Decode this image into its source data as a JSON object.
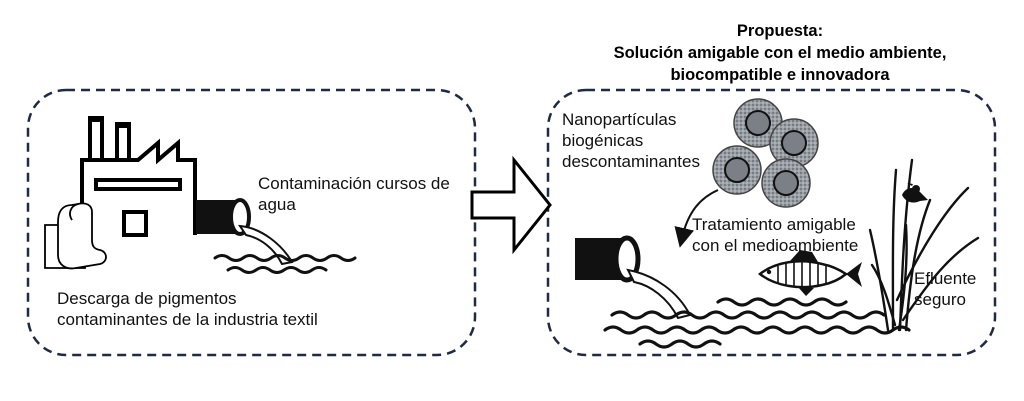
{
  "title": {
    "line1": "Propuesta:",
    "line2": "Solución amigable con el medio ambiente,",
    "line3": "biocompatible e innovadora"
  },
  "left_panel": {
    "contamination_label": {
      "line1": "Contaminación cursos de",
      "line2": "agua"
    },
    "discharge_label": {
      "line1": "Descarga de pigmentos",
      "line2": "contaminantes de la industria textil"
    }
  },
  "right_panel": {
    "nanoparticles_label": {
      "line1": "Nanopartículas",
      "line2": "biogénicas",
      "line3": "descontaminantes"
    },
    "treatment_label": {
      "line1": "Tratamiento amigable",
      "line2": "con el medioambiente"
    },
    "effluent_label": {
      "line1": "Efluente",
      "line2": "seguro"
    }
  },
  "colors": {
    "dashed_border": "#1f2a44",
    "ink": "#111111",
    "particle": "#8a8f96"
  },
  "icons": [
    "factory-icon",
    "fabric-roll-icon",
    "pipe-icon",
    "water-waves-icon",
    "arrow-icon",
    "nanoparticle-icon",
    "fish-icon",
    "reeds-icon",
    "bird-icon"
  ]
}
